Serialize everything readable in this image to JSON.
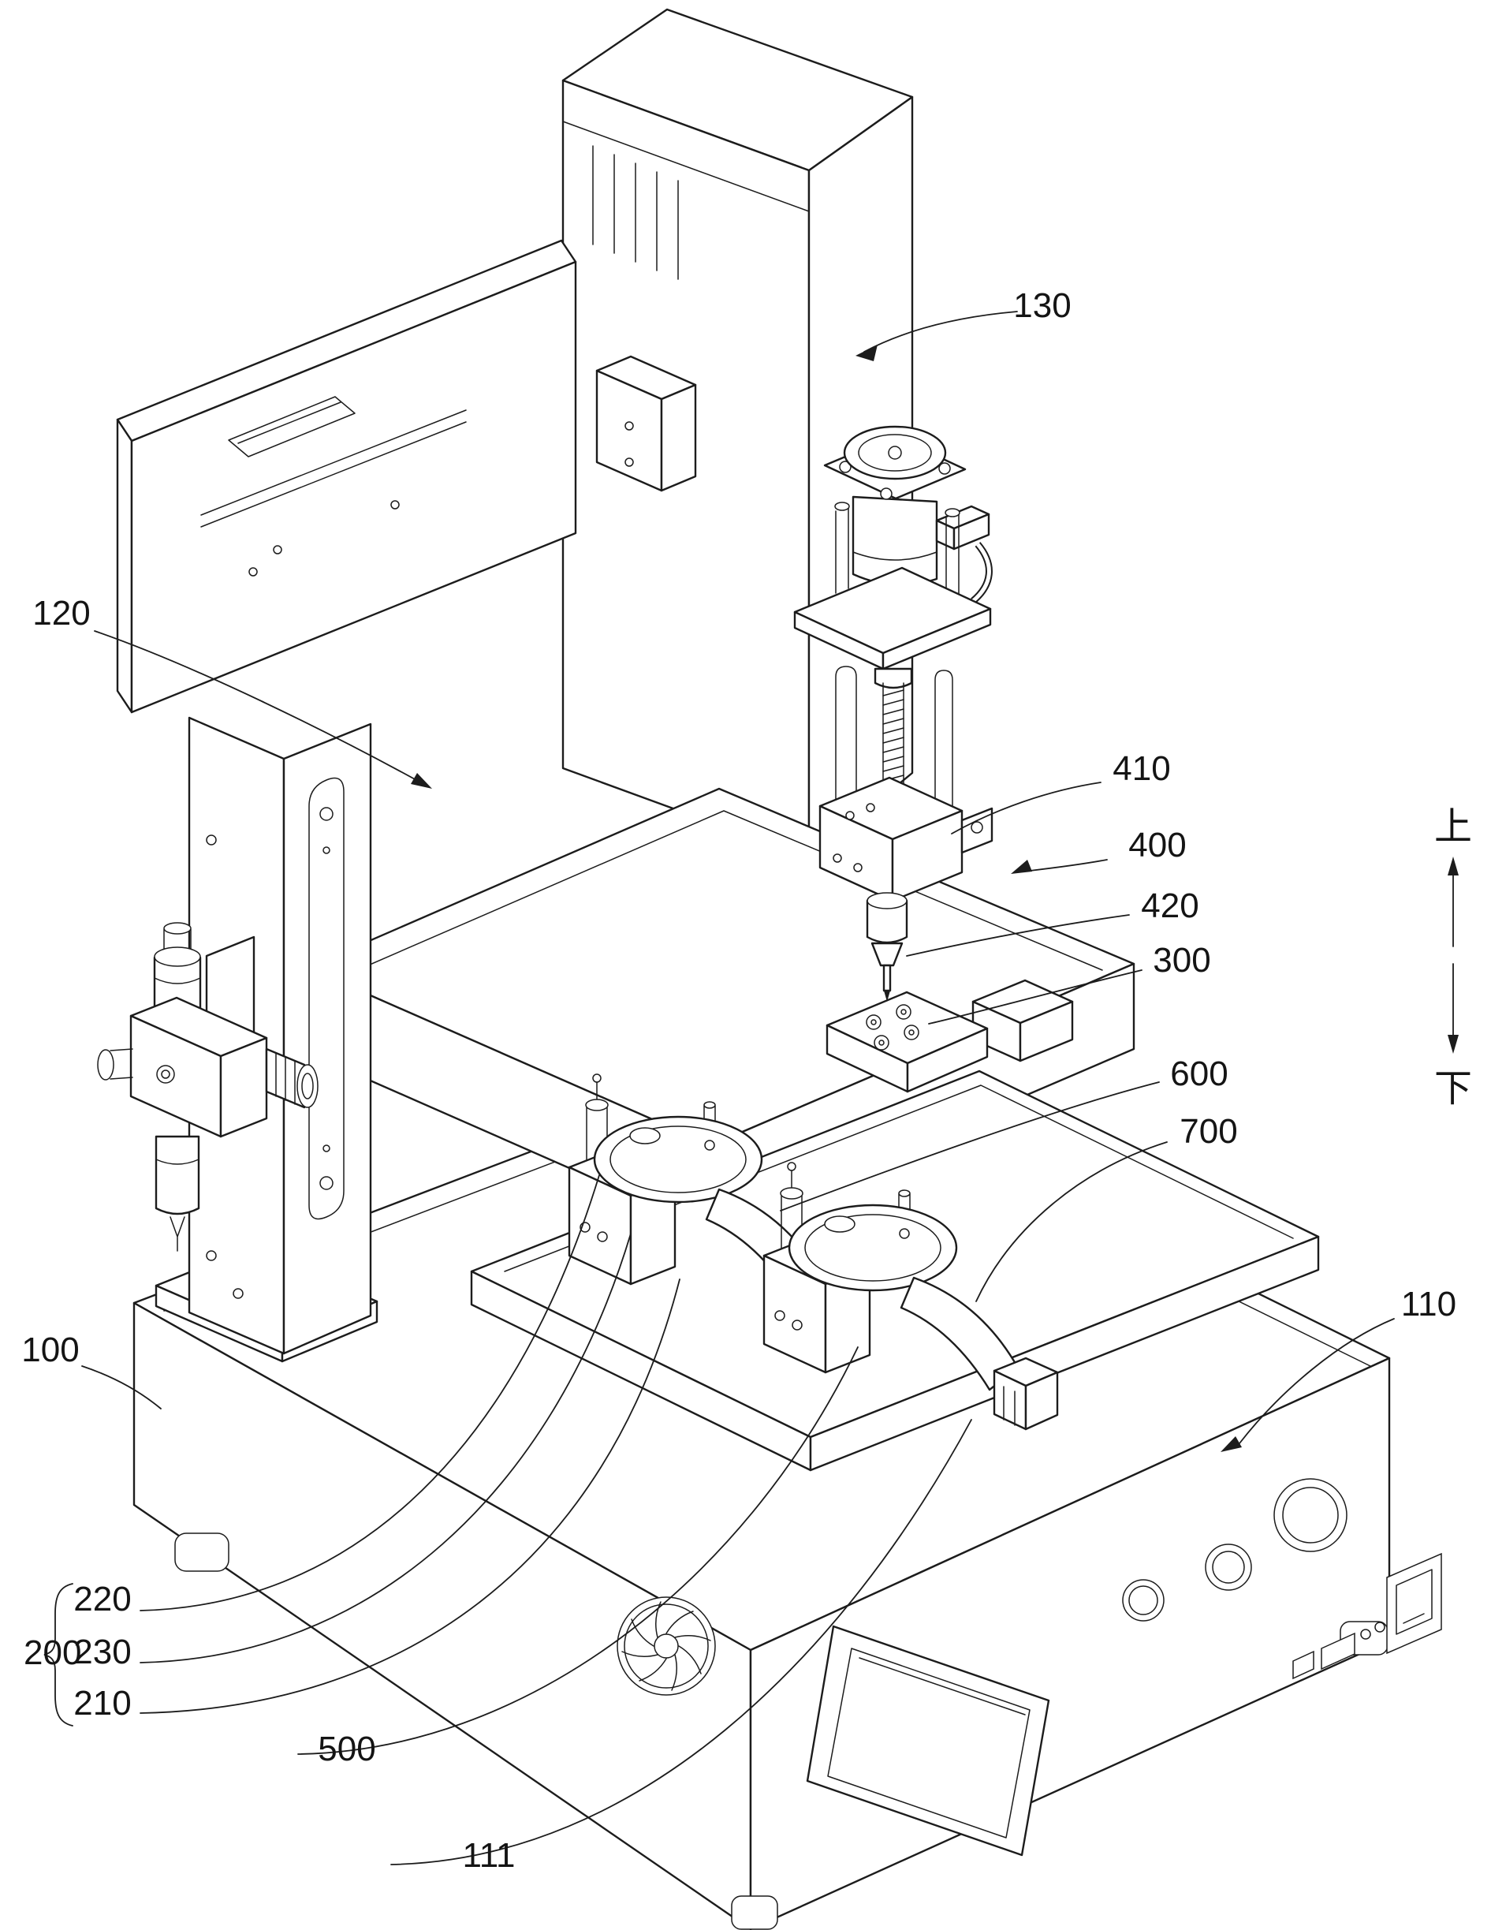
{
  "figure": {
    "background_color": "#ffffff",
    "line_color": "#1c1c1c",
    "reference_labels": [
      {
        "text": "130"
      },
      {
        "text": "120"
      },
      {
        "text": "410"
      },
      {
        "text": "400"
      },
      {
        "text": "420"
      },
      {
        "text": "300"
      },
      {
        "text": "600"
      },
      {
        "text": "700"
      },
      {
        "text": "110"
      },
      {
        "text": "100"
      },
      {
        "text": "220"
      },
      {
        "text": "200"
      },
      {
        "text": "230"
      },
      {
        "text": "210"
      },
      {
        "text": "500"
      },
      {
        "text": "111"
      }
    ],
    "orientation": {
      "up": "上",
      "down": "下"
    }
  }
}
